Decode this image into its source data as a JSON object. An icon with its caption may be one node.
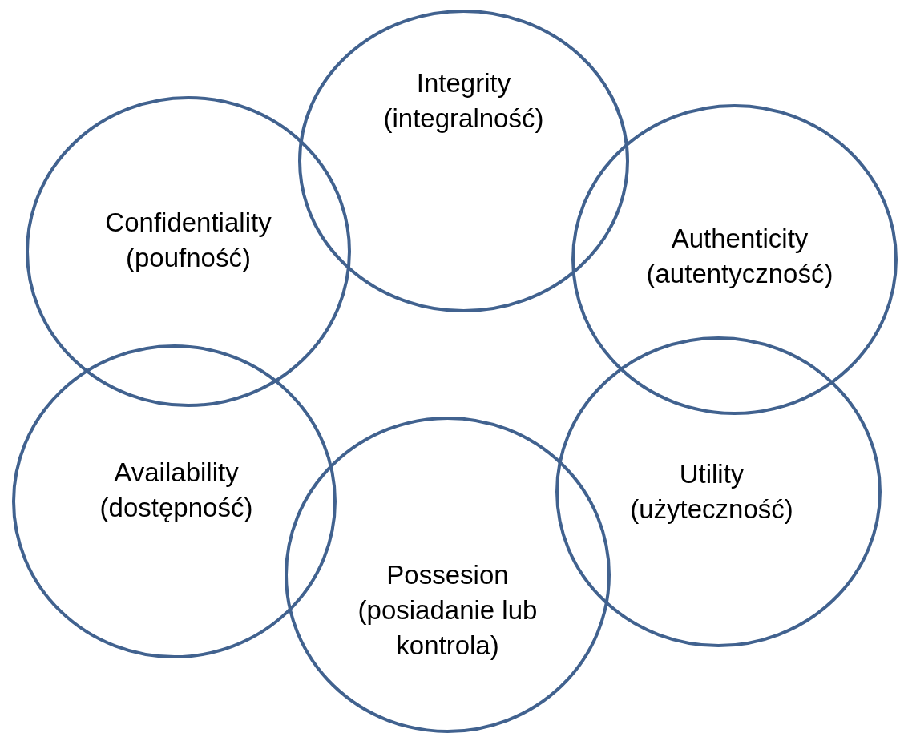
{
  "diagram": {
    "nodes": [
      {
        "text": [
          "Integrity",
          "(integralność)"
        ]
      },
      {
        "text": [
          "Confidentiality",
          "(poufność)"
        ]
      },
      {
        "text": [
          "Authenticity",
          "(autentyczność)"
        ]
      },
      {
        "text": [
          "Availability",
          "(dostępność)"
        ]
      },
      {
        "text": [
          "Utility",
          "(użyteczność)"
        ]
      },
      {
        "text": [
          "Possesion",
          "(posiadanie lub kontrola)"
        ]
      }
    ],
    "edges": []
  }
}
